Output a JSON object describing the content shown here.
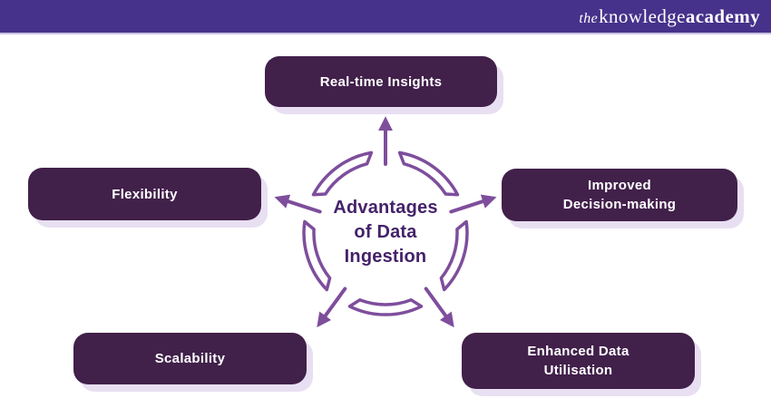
{
  "header": {
    "logo_the": "the",
    "logo_knowledge": "knowledge",
    "logo_academy": "academy"
  },
  "center": {
    "line1": "Advantages",
    "line2": "of Data",
    "line3": "Ingestion"
  },
  "boxes": {
    "top": {
      "line1": "Real-time Insights"
    },
    "left": {
      "line1": "Flexibility"
    },
    "right": {
      "line1": "Improved",
      "line2": "Decision-making"
    },
    "bottom_left": {
      "line1": "Scalability"
    },
    "bottom_right": {
      "line1": "Enhanced Data",
      "line2": "Utilisation"
    }
  },
  "colors": {
    "header_bg": "#46328B",
    "box_bg": "#41204A",
    "box_shadow": "#E8DFF2",
    "accent_purple": "#7E4E9C",
    "center_text": "#44226A",
    "box_text": "#FFFFFF"
  }
}
